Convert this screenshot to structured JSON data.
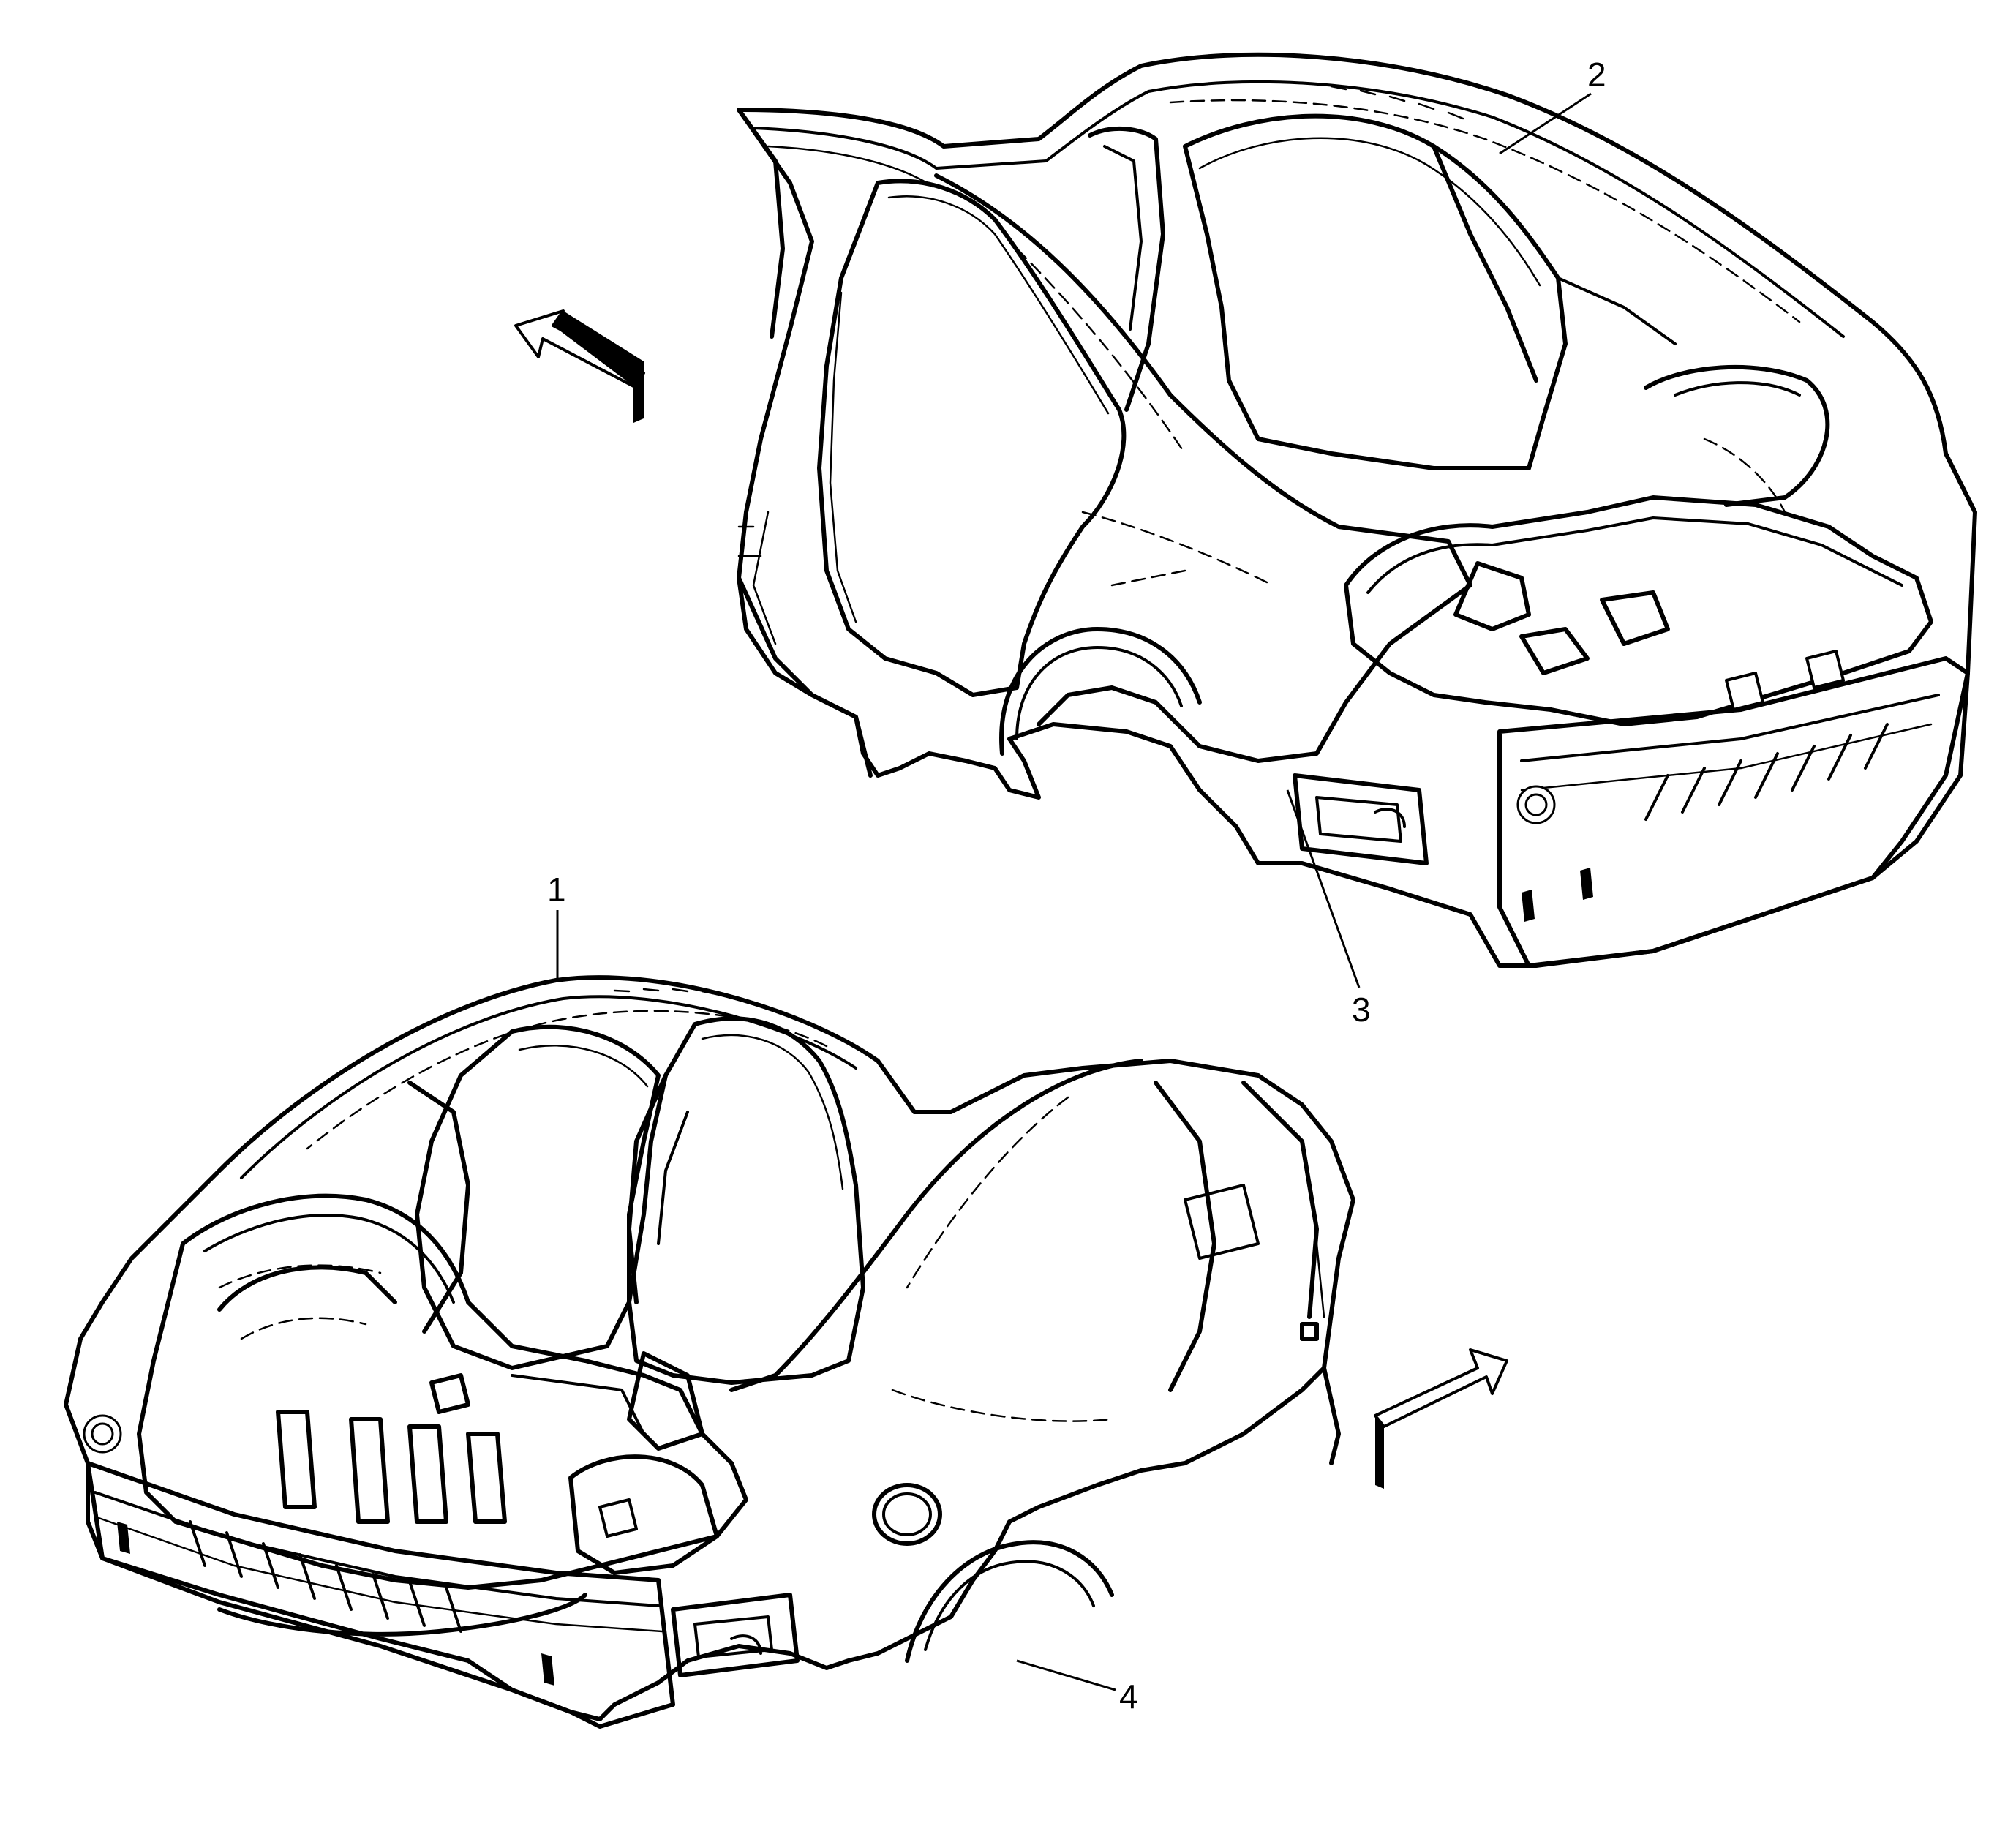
{
  "diagram": {
    "callouts": [
      {
        "id": "1",
        "label": "1"
      },
      {
        "id": "2",
        "label": "2"
      },
      {
        "id": "3",
        "label": "3"
      },
      {
        "id": "4",
        "label": "4"
      }
    ],
    "arrows": [
      {
        "name": "direction-arrow-upper-left",
        "direction": "up-left"
      },
      {
        "name": "direction-arrow-lower-right",
        "direction": "up-right"
      }
    ],
    "colors": {
      "line": "#000000",
      "background": "#ffffff"
    }
  }
}
